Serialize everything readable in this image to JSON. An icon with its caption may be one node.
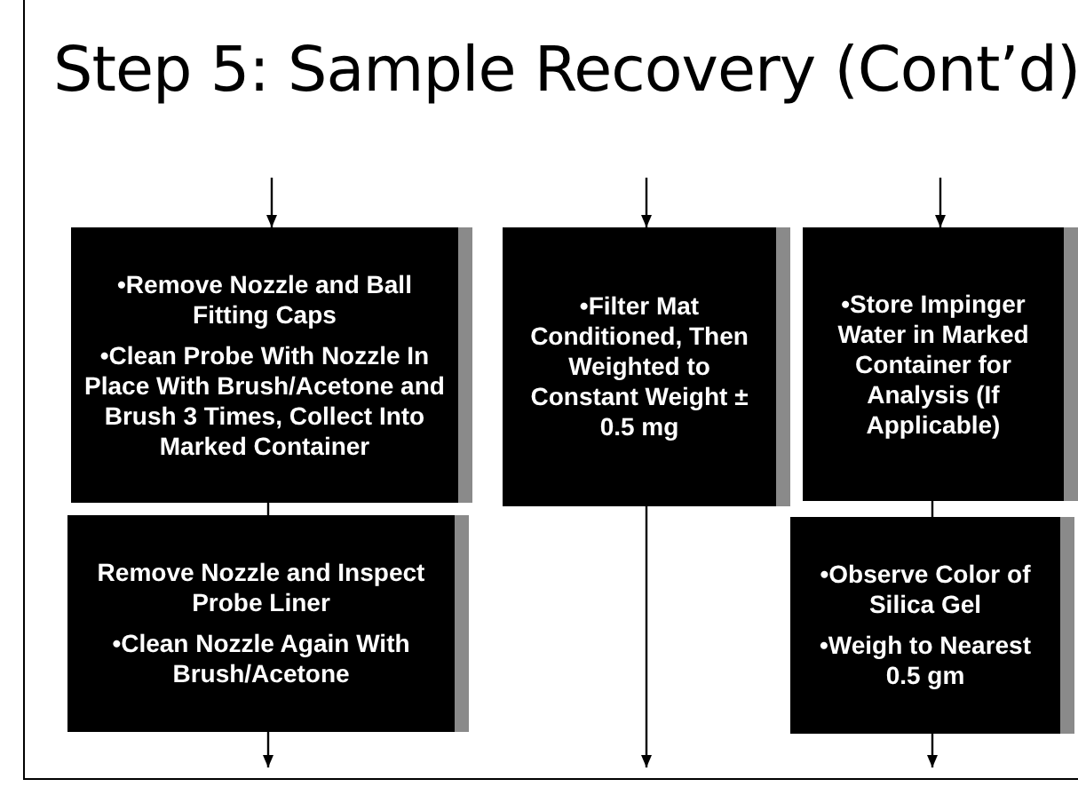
{
  "diagram": {
    "title": "Step 5:  Sample Recovery (Cont’d)",
    "nodes": [
      {
        "text": [
          "•Remove Nozzle and Ball Fitting Caps",
          "•Clean Probe With Nozzle In Place With Brush/Acetone and Brush 3 Times, Collect Into Marked Container"
        ]
      },
      {
        "text": [
          "Remove Nozzle and Inspect Probe Liner",
          "•Clean Nozzle Again With Brush/Acetone"
        ]
      },
      {
        "text": [
          "•Filter Mat Conditioned, Then Weighted to Constant Weight ± 0.5 mg"
        ]
      },
      {
        "text": [
          "•Store Impinger Water in Marked Container for Analysis (If Applicable)"
        ]
      },
      {
        "text": [
          "•Observe Color of Silica Gel",
          "•Weigh to Nearest 0.5 gm"
        ]
      }
    ],
    "edges": [
      {
        "from": null,
        "to": 0,
        "arrow": "to"
      },
      {
        "from": null,
        "to": 2,
        "arrow": "to"
      },
      {
        "from": null,
        "to": 3,
        "arrow": "to"
      },
      {
        "from": 0,
        "to": 1,
        "arrow": "none"
      },
      {
        "from": 3,
        "to": 4,
        "arrow": "none"
      },
      {
        "from": 1,
        "to": null,
        "arrow": "to"
      },
      {
        "from": 2,
        "to": null,
        "arrow": "to"
      },
      {
        "from": 4,
        "to": null,
        "arrow": "to"
      }
    ]
  }
}
